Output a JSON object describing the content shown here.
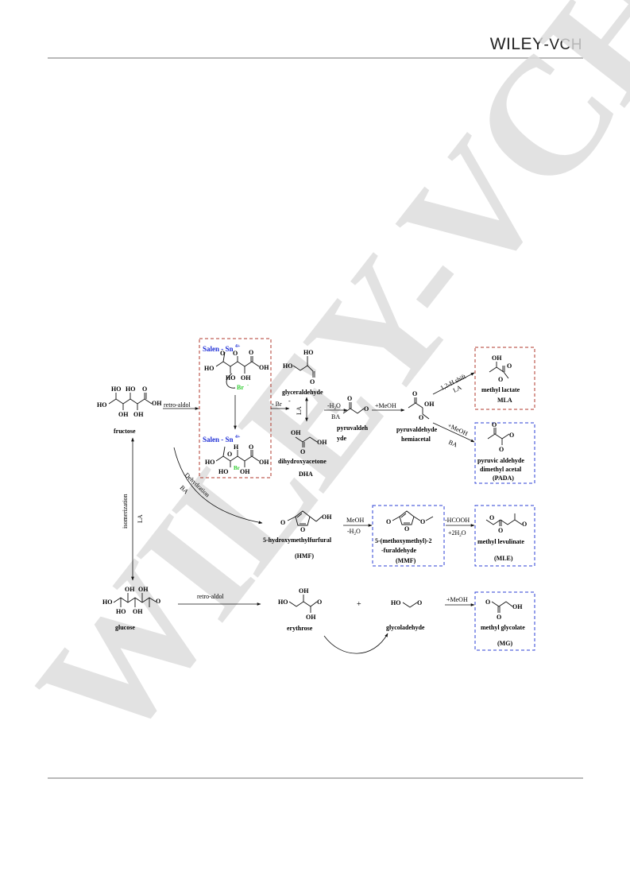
{
  "header": {
    "brand_main": "WILEY",
    "brand_suffix": "-VCH"
  },
  "watermark": {
    "text": "WILEY-VCH"
  },
  "nodes": {
    "fructose": "fructose",
    "glucose": "glucose",
    "glyceraldehyde": "glyceraldehyde",
    "dha_name": "dihydroxyacetone",
    "dha_abbr": "DHA",
    "pyruvaldehyde_1": "pyruvaldeh",
    "pyruvaldehyde_2": "yde",
    "hemiacetal_1": "pyruvaldehyde",
    "hemiacetal_2": "hemiacetal",
    "mla_name": "methyl lactate",
    "mla_abbr": "MLA",
    "pada_1": "pyruvic aldehyde",
    "pada_2": "dimethyl acetal",
    "pada_abbr": "(PADA)",
    "hmf_name": "5-hydroxymethylfurfural",
    "hmf_abbr": "(HMF)",
    "mmf_1": "5-(methoxymethyl)-2",
    "mmf_2": "-furaldehyde",
    "mmf_abbr": "(MMF)",
    "mle_name": "methyl levulinate",
    "mle_abbr": "(MLE)",
    "erythrose": "erythrose",
    "plus": "+",
    "glycolaldehyde": "glycoladehyde",
    "mg_name": "methyl glycolate",
    "mg_abbr": "(MG)",
    "salen_top": "Salen - Sn",
    "salen_bottom": "Salen - Sn",
    "salen_charge": "4+",
    "br_label": "Br",
    "br_charge": "-"
  },
  "conditions": {
    "retro_aldol_1": "retro-aldol",
    "minus_br": "- Br",
    "la_vertical": "LA",
    "minus_h2o_1": "-H",
    "minus_h2o_1_sub": "2",
    "minus_h2o_1_tail": "O",
    "ba_1": "BA",
    "plus_meoh_1": "+MeOH",
    "shift": "1,2-H shift",
    "la_shift": "LA",
    "plus_meoh_2": "+MeOH",
    "ba_2": "BA",
    "dehydration": "Dehydration",
    "ba_3": "BA",
    "isomerization": "isomerization",
    "la_iso": "LA",
    "meoh": "MeOH",
    "minus_h2o_2": "-H",
    "minus_h2o_2_sub": "2",
    "minus_h2o_2_tail": "O",
    "hcooh": "-HCOOH",
    "plus_2h2o": "+2H",
    "plus_2h2o_sub": "2",
    "plus_2h2o_tail": "O",
    "retro_aldol_2": "retro-aldol",
    "plus_meoh_3": "+MeOH"
  },
  "colors": {
    "salen": "#1f2fd6",
    "br": "#33cc33",
    "red_box": "#b03a2e",
    "blue_box": "#2b3fd6",
    "watermark": "#d8d8d8"
  }
}
